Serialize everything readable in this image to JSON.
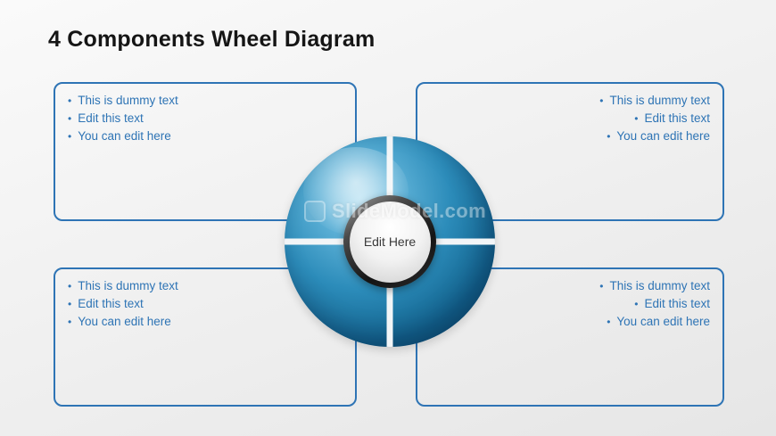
{
  "title": "4 Components Wheel Diagram",
  "bullet_char": "•",
  "boxes": [
    {
      "position": "top-left",
      "align": "left",
      "items": [
        "This is dummy text",
        "Edit this text",
        "You can edit here"
      ]
    },
    {
      "position": "top-right",
      "align": "right",
      "items": [
        "This is dummy text",
        "Edit this text",
        "You can edit here"
      ]
    },
    {
      "position": "bottom-left",
      "align": "left",
      "items": [
        "This is dummy text",
        "Edit this text",
        "You can edit here"
      ]
    },
    {
      "position": "bottom-right",
      "align": "right",
      "items": [
        "This is dummy text",
        "Edit this text",
        "You can edit here"
      ]
    }
  ],
  "center": {
    "label": "Edit Here"
  },
  "watermark": {
    "text": "SlideModel.com"
  },
  "colors": {
    "accent": "#2E74B5",
    "sphere_light": "#A8DBF0",
    "sphere_dark": "#0B4A6F",
    "title": "#151515"
  }
}
